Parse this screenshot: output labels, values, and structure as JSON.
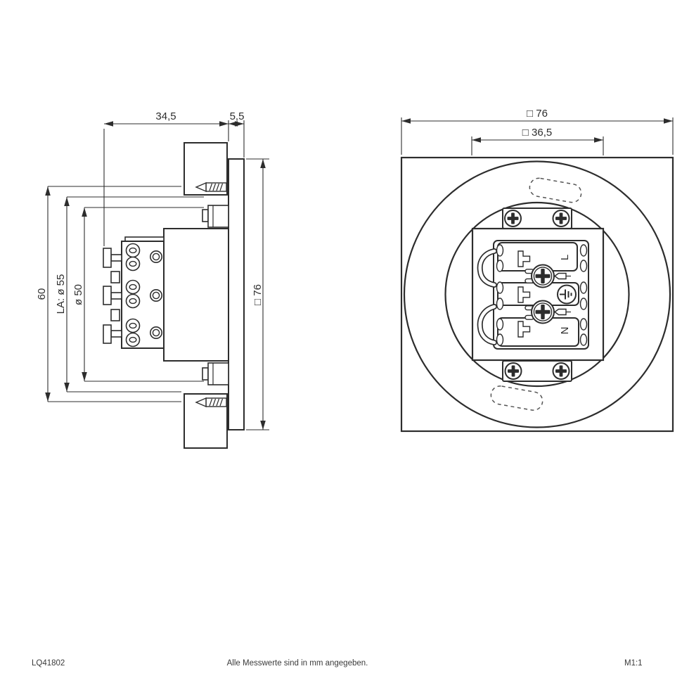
{
  "drawing": {
    "line_color": "#2d2d2d",
    "background": "#ffffff"
  },
  "side_view": {
    "dims": {
      "recess_depth": "34,5",
      "bezel_thickness": "5,5",
      "overall_height": "60",
      "ceiling_cutout": "LA: ø 55",
      "body_diameter": "ø 50",
      "bezel_square": "□ 76"
    }
  },
  "front_view": {
    "dims": {
      "outer_square": "□ 76",
      "inner_square": "□ 36,5"
    },
    "terminal": {
      "live": "L",
      "neutral": "N"
    },
    "icons": {
      "plate_screws": "phillips-screw-icon",
      "terminal_screws": "phillips-screw-icon",
      "earth": "earth-ground-icon",
      "knockouts": "dashed-knockout-slot"
    }
  },
  "side_icons": {
    "mounting_screws": "wood-screw-icon",
    "wall_section": "hatched-wall-section"
  },
  "footer": {
    "article_number": "LQ41802",
    "note": "Alle Messwerte sind in mm angegeben.",
    "scale": "M1:1"
  }
}
